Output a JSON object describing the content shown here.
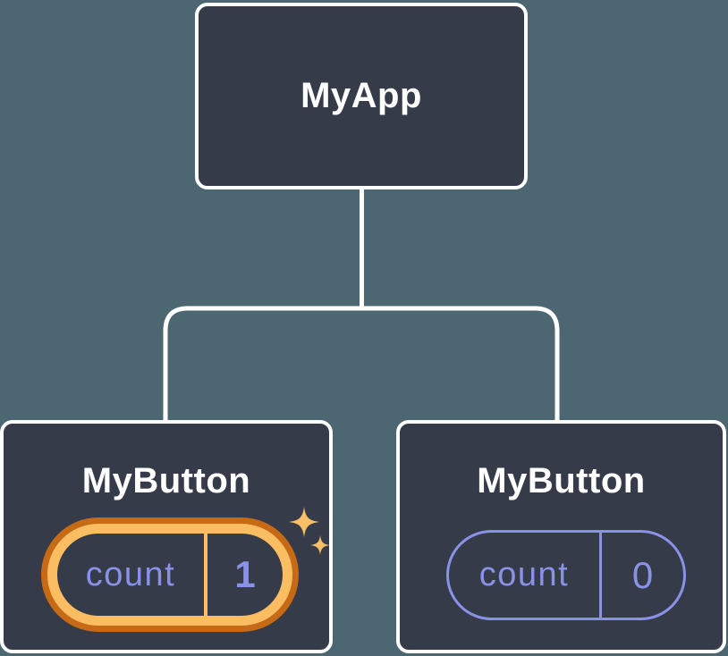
{
  "diagram": {
    "type": "component-tree",
    "root": {
      "label": "MyApp"
    },
    "children": [
      {
        "label": "MyButton",
        "state_name": "count",
        "state_value": "1",
        "highlighted": true,
        "icon": "sparkles-icon"
      },
      {
        "label": "MyButton",
        "state_name": "count",
        "state_value": "0",
        "highlighted": false
      }
    ],
    "colors": {
      "background": "#4C6771",
      "node_fill": "#353B48",
      "node_border": "#FFFFFF",
      "accent_purple": "#8A92E8",
      "accent_gold": "#FABD62",
      "accent_orange": "#C76A15"
    }
  }
}
